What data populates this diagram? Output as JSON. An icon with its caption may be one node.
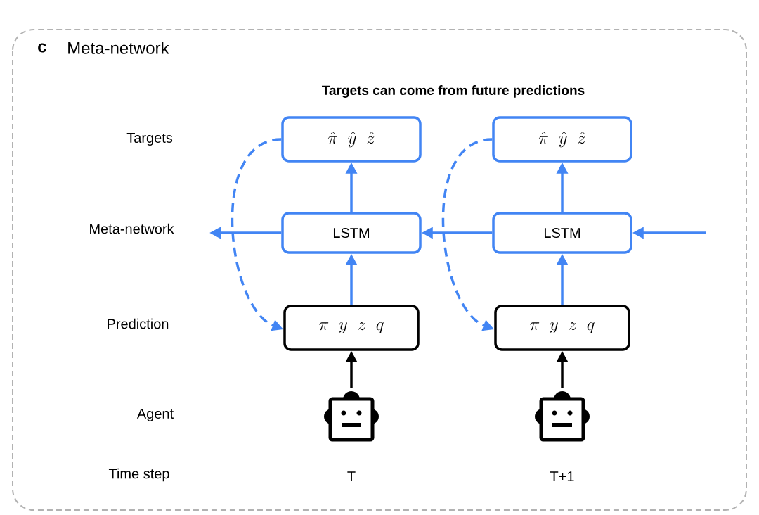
{
  "diagram": {
    "nodes": [
      {
        "text": [
          "\\hat{\\pi}\\;\\;\\hat{y}\\;\\;\\hat{z}"
        ]
      },
      {
        "text": [
          "\\hat{\\pi}\\;\\;\\hat{y}\\;\\;\\hat{z}"
        ]
      },
      {
        "text": [
          "LSTM"
        ]
      },
      {
        "text": [
          "LSTM"
        ]
      },
      {
        "text": [
          "\\pi\\;\\;y\\;\\;z\\;\\;q"
        ]
      },
      {
        "text": [
          "\\pi\\;\\;y\\;\\;z\\;\\;q"
        ]
      },
      {
        "text": [],
        "shape": "picture"
      },
      {
        "text": [],
        "shape": "picture"
      }
    ],
    "edges": [
      {
        "from": 2,
        "to": 0,
        "arrow": "to"
      },
      {
        "from": 3,
        "to": 1,
        "arrow": "to"
      },
      {
        "from": 4,
        "to": 2,
        "arrow": "to"
      },
      {
        "from": 5,
        "to": 3,
        "arrow": "to"
      },
      {
        "from": 6,
        "to": 4,
        "arrow": "to",
        "color": "#000000"
      },
      {
        "from": 7,
        "to": 5,
        "arrow": "to",
        "color": "#000000"
      },
      {
        "from": 0,
        "to": 4,
        "arrow": "to",
        "style": "dashed"
      },
      {
        "from": 1,
        "to": 5,
        "arrow": "to",
        "style": "dashed"
      },
      {
        "from": 2,
        "to": null,
        "arrow": "to"
      },
      {
        "from": 3,
        "to": 2,
        "arrow": "to"
      },
      {
        "from": null,
        "to": 3,
        "arrow": "to"
      }
    ],
    "labels": [
      "c",
      "Meta-network",
      "Targets can come from future predictions",
      "Targets",
      "Meta-network",
      "Prediction",
      "Agent",
      "Time step",
      "T",
      "T+1"
    ]
  }
}
